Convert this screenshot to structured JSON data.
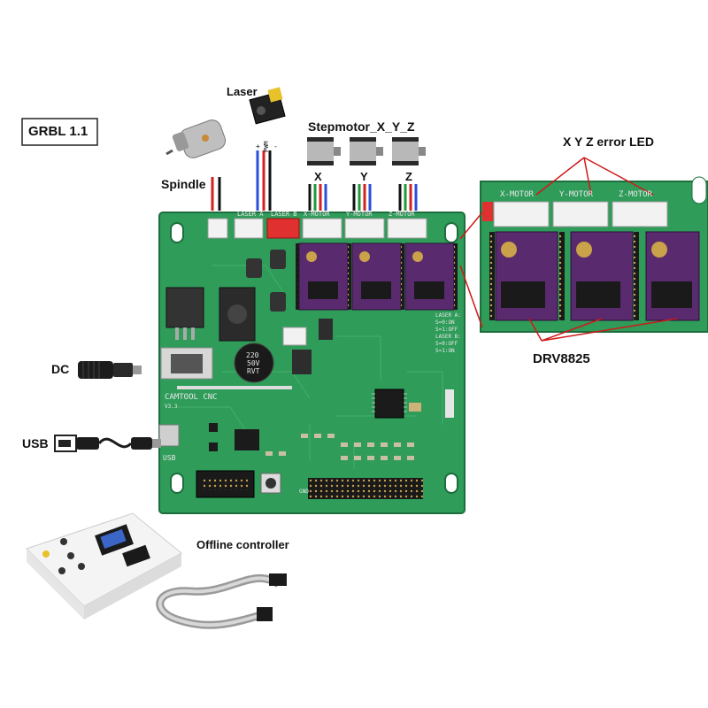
{
  "labels": {
    "grbl": "GRBL 1.1",
    "laser": "Laser",
    "spindle": "Spindle",
    "pwm": "PWM",
    "plus": "+",
    "minus": "-",
    "stepmotor": "Stepmotor_X_Y_Z",
    "x": "X",
    "y": "Y",
    "z": "Z",
    "error_led": "X Y Z error LED",
    "drv": "DRV8825",
    "dc": "DC",
    "usb": "USB",
    "offline": "Offline controller"
  },
  "board": {
    "name": "CAMTOOL CNC",
    "version": "V3.3",
    "usb_silk": "USB",
    "laser_a": "LASER A",
    "laser_b": "LASER B",
    "x_motor": "X-MOTOR",
    "y_motor": "Y-MOTOR",
    "z_motor": "Z-MOTOR",
    "gnd": "GND",
    "cap_line1": "220",
    "cap_line2": "50V",
    "cap_line3": "RVT",
    "laser_notes": [
      "LASER A:",
      "S=0:ON",
      "S=1:OFF",
      "LASER B:",
      "S=0:OFF",
      "S=1:ON"
    ]
  },
  "zoom": {
    "x_motor": "X-MOTOR",
    "y_motor": "Y-MOTOR",
    "z_motor": "Z-MOTOR"
  },
  "colors": {
    "board_green": "#2f9c5a",
    "driver_purple": "#5a2a6e",
    "arrow_red": "#d01818",
    "wire_red": "#d62020",
    "wire_black": "#111111",
    "wire_blue": "#2a4fd8",
    "wire_green": "#1f9a3a"
  }
}
